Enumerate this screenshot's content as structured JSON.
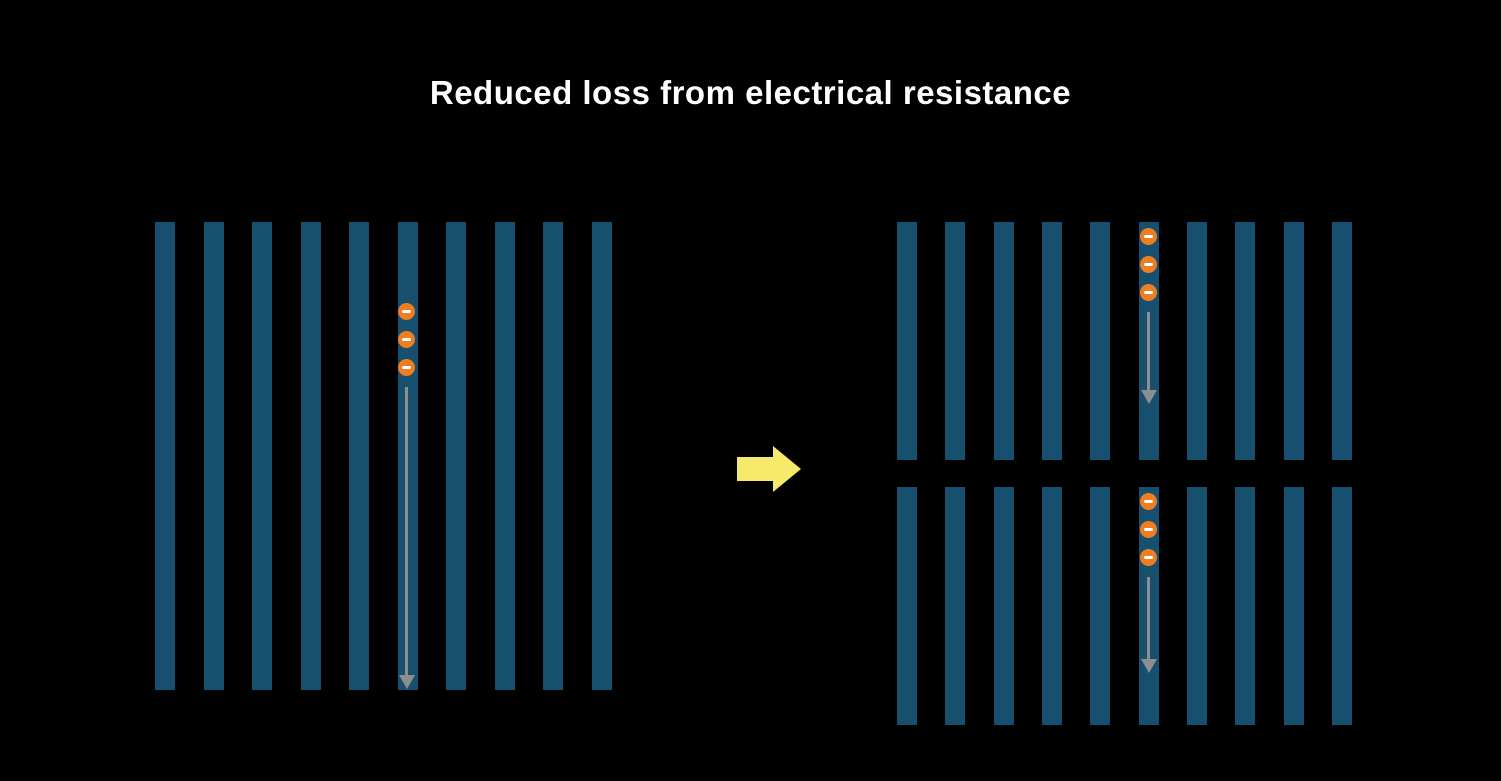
{
  "title": "Reduced loss from electrical resistance",
  "colors": {
    "background": "#000000",
    "bar": "#17506e",
    "electron": "#ef7d22",
    "electron_minus": "#ffffff",
    "flow_arrow": "#8e8e8e",
    "transition_arrow": "#f6e96b",
    "title_text": "#ffffff"
  },
  "icons": {
    "electron_charge": "minus-icon",
    "current_flow": "arrow-down-icon",
    "transition": "arrow-right-icon"
  },
  "diagram": {
    "before": {
      "bars": 10,
      "electrons": 3
    },
    "after_top": {
      "bars": 10,
      "electrons": 3
    },
    "after_bottom": {
      "bars": 10,
      "electrons": 3
    }
  }
}
